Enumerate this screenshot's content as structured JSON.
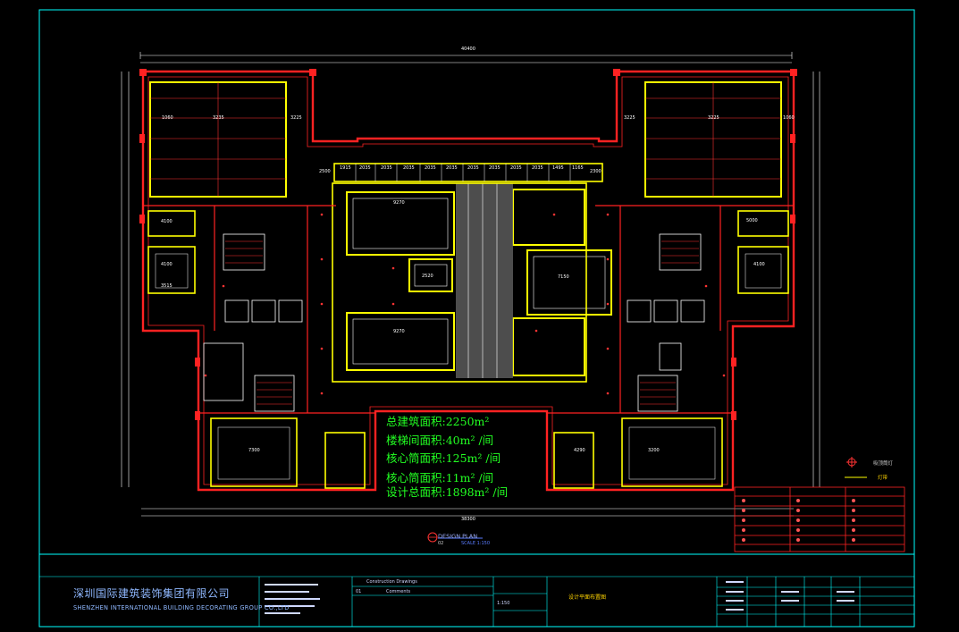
{
  "area_notes": [
    "总建筑面积:2250m² ",
    "楼梯间面积:40m² /间",
    "核心筒面积:125m² /间",
    "核心筒面积:11m² /间",
    "设计总面积:1898m² /间"
  ],
  "company": {
    "name_cn": "深圳国际建筑装饰集团有限公司",
    "name_en": "SHENZHEN INTERNATIONAL BUILDING DECORATING GROUP CO.,LTD"
  },
  "plan_label": {
    "title": "DESIGN PLAN",
    "number": "02",
    "scale": "SCALE 1:150"
  },
  "overall_dims": {
    "top": "40400",
    "bottom": "38300"
  },
  "title_block": {
    "project_label": "Construction Drawings",
    "revision_no": "01",
    "comments": "Comments",
    "drawing_title": "设计平面布置图",
    "scale_value": "1:150"
  },
  "legend": {
    "item1": "吸顶筒灯",
    "item2": "灯带"
  },
  "colors": {
    "border": "#00ffff",
    "wall": "#ff2222",
    "frame": "#ffff00",
    "text": "#ffffff",
    "note_text": "#22ff22"
  }
}
